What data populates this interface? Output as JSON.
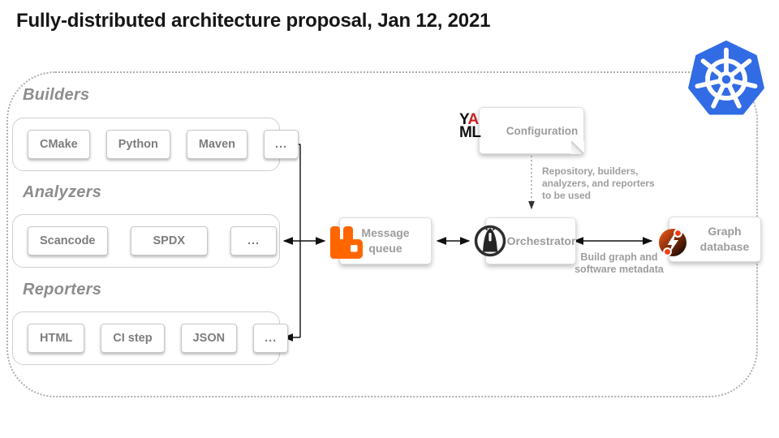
{
  "slide": {
    "title": "Fully-distributed architecture proposal, Jan 12, 2021"
  },
  "groups": [
    {
      "label": "Builders",
      "items": [
        "CMake",
        "Python",
        "Maven",
        "..."
      ]
    },
    {
      "label": "Analyzers",
      "items": [
        "Scancode",
        "SPDX",
        "..."
      ]
    },
    {
      "label": "Reporters",
      "items": [
        "HTML",
        "CI step",
        "JSON",
        "..."
      ]
    }
  ],
  "nodes": {
    "configuration": {
      "label": "Configuration"
    },
    "message_queue": {
      "label": "Message queue"
    },
    "orchestrator": {
      "label": "Orchestrator"
    },
    "graph_database": {
      "label": "Graph database"
    }
  },
  "annotations": {
    "config_to_orchestrator": "Repository, builders, analyzers, and reporters to be used",
    "orchestrator_to_graph": "Build graph and software metadata"
  },
  "icons": {
    "kubernetes": "kubernetes-helm-logo",
    "message_queue": "rabbitmq-logo",
    "orchestrator": "ort-robed-figure-logo",
    "graph_database": "red-lightning-graph-logo",
    "yaml": {
      "top_black": "Y",
      "top_red": "A",
      "bottom": "ML"
    }
  },
  "colors": {
    "rabbitmq_orange": "#ff6600",
    "graphdb_red": "#ea2c15",
    "kubernetes_blue": "#326ce5",
    "arrow_black": "#111111",
    "muted_text": "#9c9c9c",
    "heading_gray": "#8d8d8d"
  }
}
